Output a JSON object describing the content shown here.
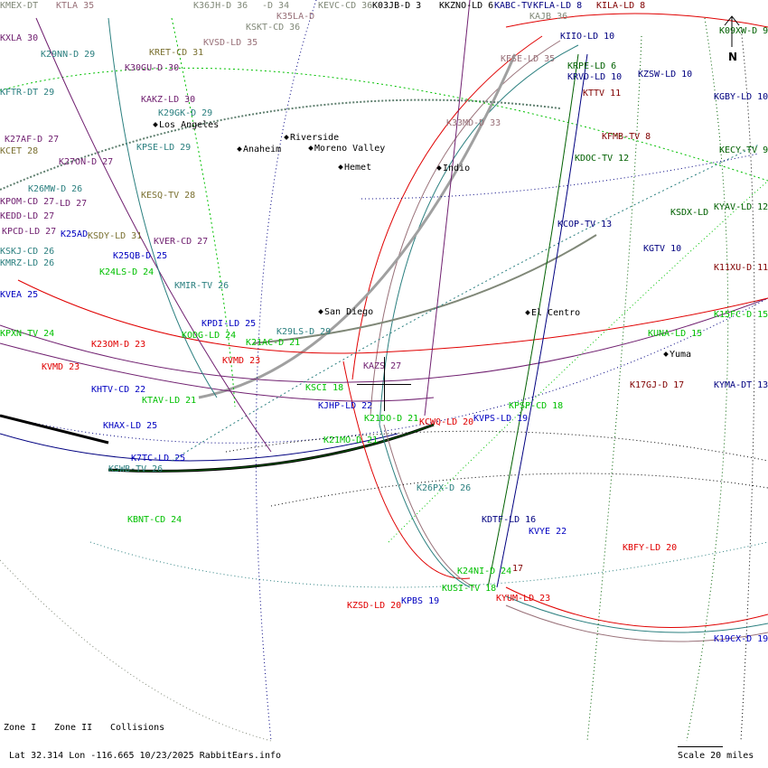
{
  "header": {
    "zone1_label": "Zone I",
    "zone2_label": "Zone II",
    "collisions_label": "Collisions"
  },
  "colors": {
    "red": "#e00000",
    "darkred": "#800000",
    "blue": "#0000c0",
    "navy": "#000080",
    "green": "#00c000",
    "darkgreen": "#006000",
    "teal": "#2a7f7f",
    "purple": "#702070",
    "olive": "#7a7030",
    "gray": "#808878",
    "mauve": "#987078"
  },
  "stations": [
    {
      "name": "KMEX-DT",
      "color": "gray"
    },
    {
      "name": "KTLA 35",
      "color": "mauve"
    },
    {
      "name": "K36JH-D 36",
      "color": "gray"
    },
    {
      "name": "-D 34",
      "color": "gray"
    },
    {
      "name": "K35LA-D",
      "color": "mauve"
    },
    {
      "name": "KEVC-CD 36",
      "color": "gray"
    },
    {
      "name": "K03JB-D 3",
      "color": "black"
    },
    {
      "name": "KKZNO-LD 6",
      "color": "black"
    },
    {
      "name": "KABC-TV",
      "color": "navy"
    },
    {
      "name": "KFLA-LD 8",
      "color": "navy"
    },
    {
      "name": "KILA-LD 8",
      "color": "darkred"
    },
    {
      "name": "KAJB 36",
      "color": "gray"
    },
    {
      "name": "KSKT-CD 36",
      "color": "gray"
    },
    {
      "name": "KXLA 30",
      "color": "purple"
    },
    {
      "name": "KVSD-LD 35",
      "color": "mauve"
    },
    {
      "name": "KRET-CD 31",
      "color": "olive"
    },
    {
      "name": "K29NN-D 29",
      "color": "teal"
    },
    {
      "name": "K30GU-D 30",
      "color": "purple"
    },
    {
      "name": "KESE-LD 35",
      "color": "mauve"
    },
    {
      "name": "KIIO-LD 10",
      "color": "navy"
    },
    {
      "name": "K09XW-D 9",
      "color": "darkgreen"
    },
    {
      "name": "KRPE-LD 6",
      "color": "darkgreen"
    },
    {
      "name": "KRVD-LD 10",
      "color": "navy"
    },
    {
      "name": "KZSW-LD 10",
      "color": "navy"
    },
    {
      "name": "KFTR-DT 29",
      "color": "teal"
    },
    {
      "name": "KTTV 11",
      "color": "darkred"
    },
    {
      "name": "KGBY-LD 10",
      "color": "navy"
    },
    {
      "name": "KAKZ-LD 30",
      "color": "purple"
    },
    {
      "name": "K29GK-D 29",
      "color": "teal"
    },
    {
      "name": "K33MD-D 33",
      "color": "mauve"
    },
    {
      "name": "K27AF-D 27",
      "color": "purple"
    },
    {
      "name": "KFMB-TV 8",
      "color": "darkred"
    },
    {
      "name": "KCET 28",
      "color": "olive"
    },
    {
      "name": "KPSE-LD 29",
      "color": "teal"
    },
    {
      "name": "KECY-TV 9",
      "color": "darkgreen"
    },
    {
      "name": "K27ON-D 27",
      "color": "purple"
    },
    {
      "name": "KDOC-TV 12",
      "color": "darkgreen"
    },
    {
      "name": "K26MW-D 26",
      "color": "teal"
    },
    {
      "name": "KESQ-TV 28",
      "color": "olive"
    },
    {
      "name": "KPOM-CD 27",
      "color": "purple"
    },
    {
      "name": "-LD 27",
      "color": "purple"
    },
    {
      "name": "KSDX-LD",
      "color": "darkgreen"
    },
    {
      "name": "KYAV-LD 12",
      "color": "darkgreen"
    },
    {
      "name": "KEDD-LD 27",
      "color": "purple"
    },
    {
      "name": "KCOP-TV 13",
      "color": "navy"
    },
    {
      "name": "KPCD-LD 27",
      "color": "purple"
    },
    {
      "name": "K25AD",
      "color": "blue"
    },
    {
      "name": "KSDY-LD 31",
      "color": "olive"
    },
    {
      "name": "KVER-CD 27",
      "color": "purple"
    },
    {
      "name": "KGTV 10",
      "color": "navy"
    },
    {
      "name": "KSKJ-CD 26",
      "color": "teal"
    },
    {
      "name": "K25QB-D 25",
      "color": "blue"
    },
    {
      "name": "KMRZ-LD 26",
      "color": "teal"
    },
    {
      "name": "K11XU-D 11",
      "color": "darkred"
    },
    {
      "name": "K24LS-D 24",
      "color": "green"
    },
    {
      "name": "KMIR-TV 26",
      "color": "teal"
    },
    {
      "name": "KVEA 25",
      "color": "blue"
    },
    {
      "name": "K15FC-D 15",
      "color": "green"
    },
    {
      "name": "KPDI-LD 25",
      "color": "blue"
    },
    {
      "name": "K29LS-D 29",
      "color": "teal"
    },
    {
      "name": "KODG-LD 24",
      "color": "green"
    },
    {
      "name": "KPXN-TV 24",
      "color": "green"
    },
    {
      "name": "K21AC-D 21",
      "color": "green"
    },
    {
      "name": "KUNA-LD 15",
      "color": "green"
    },
    {
      "name": "K23OM-D 23",
      "color": "red"
    },
    {
      "name": "KVMD 23",
      "color": "red"
    },
    {
      "name": "KVMD 23",
      "color": "red"
    },
    {
      "name": "KAZS 27",
      "color": "purple"
    },
    {
      "name": "K17GJ-D 17",
      "color": "darkred"
    },
    {
      "name": "KYMA-DT 13",
      "color": "navy"
    },
    {
      "name": "KSCI 18",
      "color": "green"
    },
    {
      "name": "KHTV-CD 22",
      "color": "blue"
    },
    {
      "name": "KTAV-LD 21",
      "color": "green"
    },
    {
      "name": "KJHP-LD 22",
      "color": "blue"
    },
    {
      "name": "KPSP-CD 18",
      "color": "green"
    },
    {
      "name": "K21DO-D 21",
      "color": "green"
    },
    {
      "name": "KCWQ-LD 20",
      "color": "red"
    },
    {
      "name": "KVPS-LD 19",
      "color": "blue"
    },
    {
      "name": "KHAX-LD 25",
      "color": "blue"
    },
    {
      "name": "K21MO-D 21",
      "color": "green"
    },
    {
      "name": "K7TC-LD 25",
      "color": "blue"
    },
    {
      "name": "KSWB-TV 26",
      "color": "teal"
    },
    {
      "name": "K26PX-D 26",
      "color": "teal"
    },
    {
      "name": "KBNT-CD 24",
      "color": "green"
    },
    {
      "name": "KDTF-LD 16",
      "color": "navy"
    },
    {
      "name": "KVYE 22",
      "color": "blue"
    },
    {
      "name": "KBFY-LD 20",
      "color": "red"
    },
    {
      "name": "K24NI-D 24",
      "color": "green"
    },
    {
      "name": "17",
      "color": "darkred"
    },
    {
      "name": "KUSI-TV 18",
      "color": "green"
    },
    {
      "name": "KZSD-LD 20",
      "color": "red"
    },
    {
      "name": "KPBS 19",
      "color": "blue"
    },
    {
      "name": "KYUM-LD 23",
      "color": "red"
    },
    {
      "name": "K19CX-D 19",
      "color": "blue"
    }
  ],
  "cities": [
    {
      "name": "Los Angeles"
    },
    {
      "name": "Anaheim"
    },
    {
      "name": "Riverside"
    },
    {
      "name": "Moreno Valley"
    },
    {
      "name": "Hemet"
    },
    {
      "name": "Indio"
    },
    {
      "name": "San Diego"
    },
    {
      "name": "El Centro"
    },
    {
      "name": "Yuma"
    }
  ],
  "compass": {
    "label": "N"
  },
  "footer": {
    "location": "Lat 32.314 Lon -116.665 10/23/2025 RabbitEars.info",
    "scale": "Scale 20 miles"
  }
}
